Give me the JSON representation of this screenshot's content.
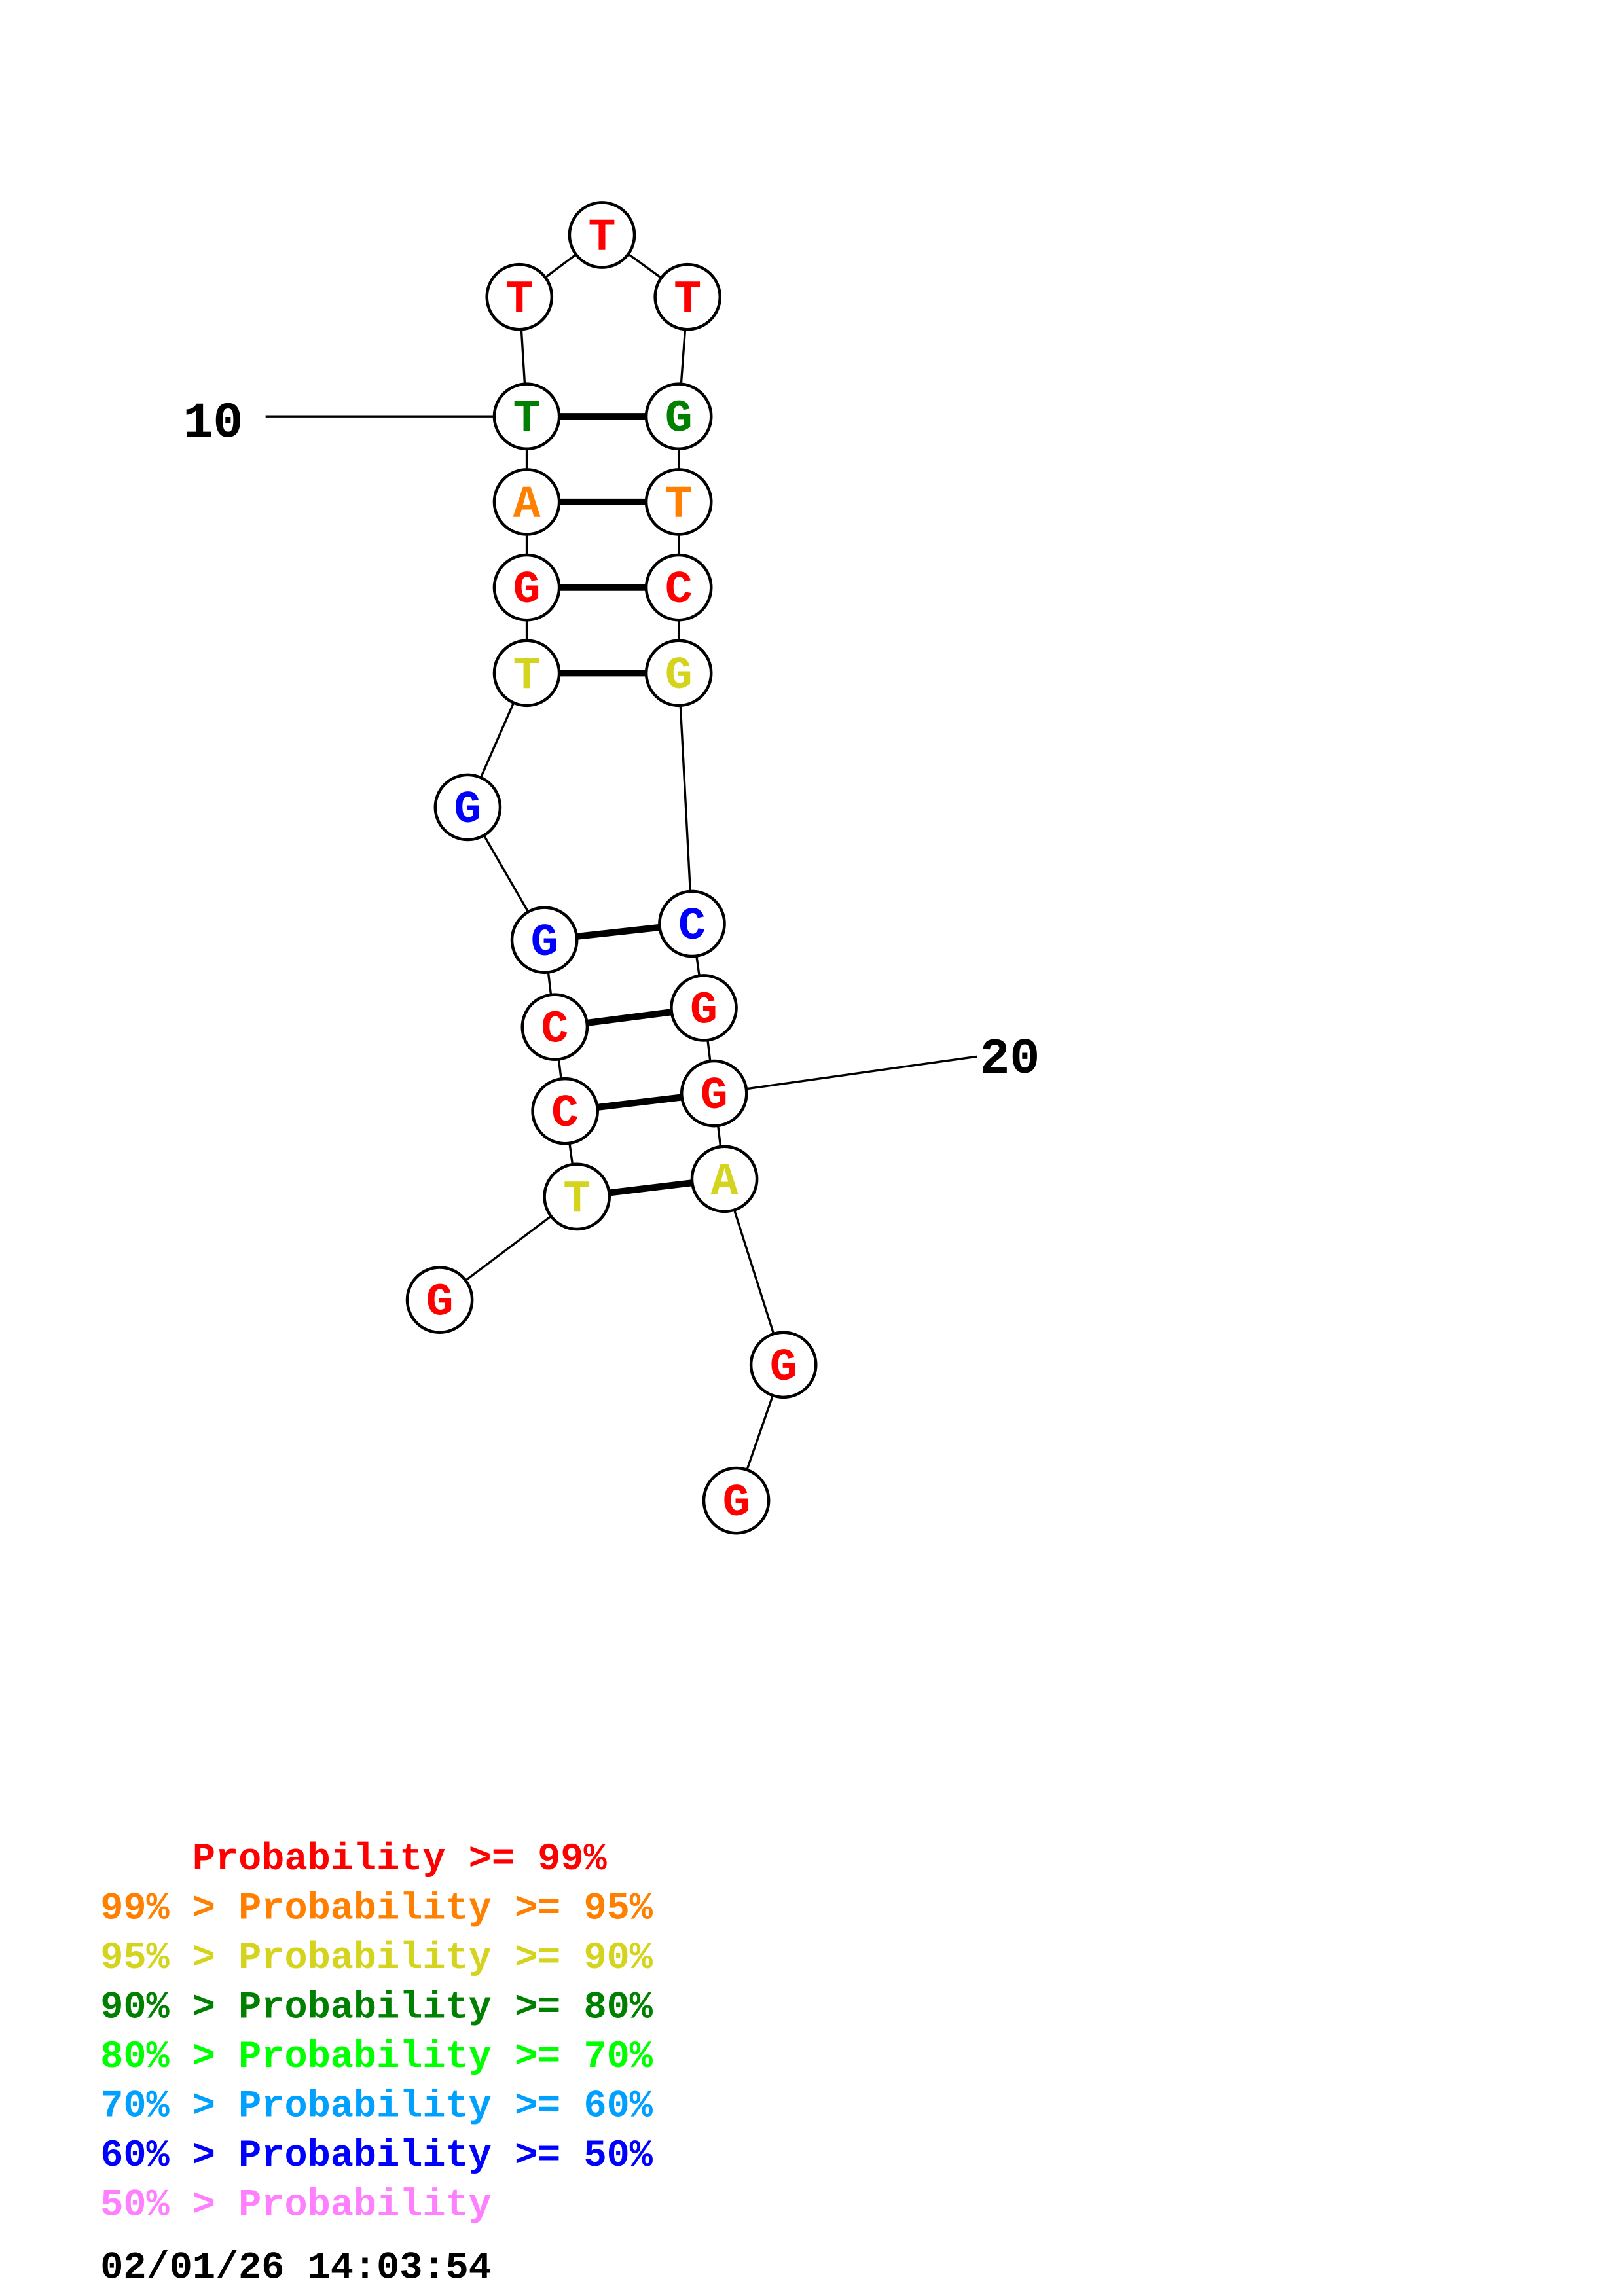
{
  "diagram": {
    "sequence": [
      {
        "base": "G",
        "color": "#ff0000"
      },
      {
        "base": "T",
        "color": "#d4d41f"
      },
      {
        "base": "C",
        "color": "#ff0000"
      },
      {
        "base": "C",
        "color": "#ff0000"
      },
      {
        "base": "G",
        "color": "#0000ff"
      },
      {
        "base": "G",
        "color": "#0000ff"
      },
      {
        "base": "T",
        "color": "#d4d41f"
      },
      {
        "base": "G",
        "color": "#ff0000"
      },
      {
        "base": "A",
        "color": "#ff8000"
      },
      {
        "base": "T",
        "color": "#008000"
      },
      {
        "base": "T",
        "color": "#ff0000"
      },
      {
        "base": "T",
        "color": "#ff0000"
      },
      {
        "base": "T",
        "color": "#ff0000"
      },
      {
        "base": "G",
        "color": "#008000"
      },
      {
        "base": "T",
        "color": "#ff8000"
      },
      {
        "base": "C",
        "color": "#ff0000"
      },
      {
        "base": "G",
        "color": "#d4d41f"
      },
      {
        "base": "C",
        "color": "#0000ff"
      },
      {
        "base": "G",
        "color": "#ff0000"
      },
      {
        "base": "G",
        "color": "#ff0000"
      },
      {
        "base": "A",
        "color": "#d4d41f"
      },
      {
        "base": "G",
        "color": "#ff0000"
      },
      {
        "base": "G",
        "color": "#ff0000"
      }
    ],
    "pairs": [
      [
        7,
        17
      ],
      [
        8,
        16
      ],
      [
        9,
        15
      ],
      [
        10,
        14
      ],
      [
        2,
        21
      ],
      [
        3,
        20
      ],
      [
        4,
        19
      ],
      [
        5,
        18
      ]
    ],
    "position_labels": [
      {
        "text": "10",
        "index": 10
      },
      {
        "text": "20",
        "index": 20
      }
    ]
  },
  "legend": [
    {
      "text": "    Probability >= 99%",
      "color": "#ff0000"
    },
    {
      "text": "99% > Probability >= 95%",
      "color": "#ff8000"
    },
    {
      "text": "95% > Probability >= 90%",
      "color": "#d4d41f"
    },
    {
      "text": "90% > Probability >= 80%",
      "color": "#008000"
    },
    {
      "text": "80% > Probability >= 70%",
      "color": "#00ff00"
    },
    {
      "text": "70% > Probability >= 60%",
      "color": "#00a0ff"
    },
    {
      "text": "60% > Probability >= 50%",
      "color": "#0000ff"
    },
    {
      "text": "50% > Probability",
      "color": "#ff80ff"
    }
  ],
  "timestamp": "02/01/26 14:03:54"
}
